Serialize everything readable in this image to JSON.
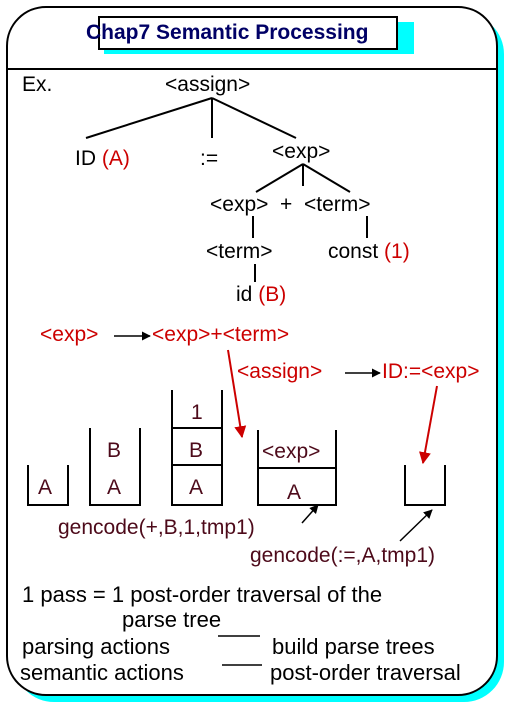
{
  "title": "Chap7  Semantic Processing",
  "example_label": "Ex.",
  "tree": {
    "root": "<assign>",
    "id_node": "ID",
    "id_value": "(A)",
    "assign_op": ":=",
    "exp_node": "<exp>",
    "exp_plus_term": "<exp>  +  <term>",
    "term_node": "<term>",
    "const_node": "const",
    "const_value": "(1)",
    "id_leaf": "id",
    "id_leaf_value": "(B)"
  },
  "rules": {
    "rule1_left": "<exp>",
    "rule1_right": "<exp>+<term>",
    "rule2_left": "<assign>",
    "rule2_right": "ID:=<exp>"
  },
  "stacks": {
    "stack1": [
      "A"
    ],
    "stack2": [
      "B",
      "A"
    ],
    "stack3": [
      "1",
      "B",
      "A"
    ],
    "stack4": [
      "<exp>",
      "A"
    ],
    "stack5": []
  },
  "gencode": {
    "first": "gencode(+,B,1,tmp1)",
    "second": "gencode(:=,A,tmp1)"
  },
  "notes": {
    "line1": "1 pass = 1 post-order traversal of the",
    "line2": "parse tree",
    "line3_left": "parsing actions",
    "line3_right": "build parse trees",
    "line4_left": "semantic actions",
    "line4_right": "post-order traversal"
  },
  "colors": {
    "red": "#cc0000",
    "cyan_shadow": "#00ffff",
    "title_text": "#000066",
    "stack_text": "#4d0000"
  }
}
